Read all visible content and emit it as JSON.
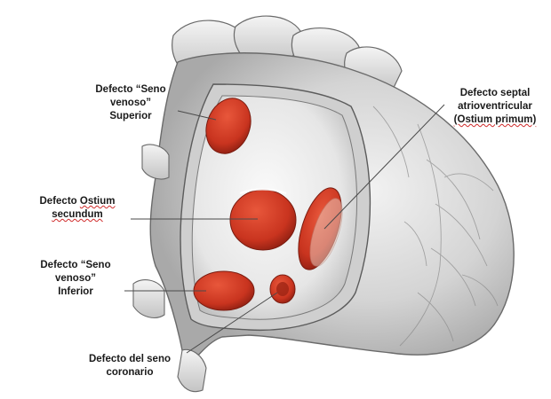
{
  "labels": {
    "seno_superior": {
      "line1": "Defecto “Seno",
      "line2": "venoso”",
      "line3": "Superior"
    },
    "ostium_secundum": {
      "line1_a": "Defecto ",
      "line1_b": "Ostium",
      "line2": "secundum"
    },
    "seno_inferior": {
      "line1": "Defecto “Seno",
      "line2": "venoso”",
      "line3": "Inferior"
    },
    "seno_coronario": {
      "line1": "Defecto del seno",
      "line2": "coronario"
    },
    "septal_av": {
      "line1": "Defecto septal",
      "line2": "atrioventricular",
      "line3": "(Ostium primum)"
    }
  },
  "colors": {
    "defect_red": "#c9341f",
    "heart_gray": "#d9d9d9",
    "outline": "#6a6a6a",
    "text": "#1a1a1a"
  }
}
